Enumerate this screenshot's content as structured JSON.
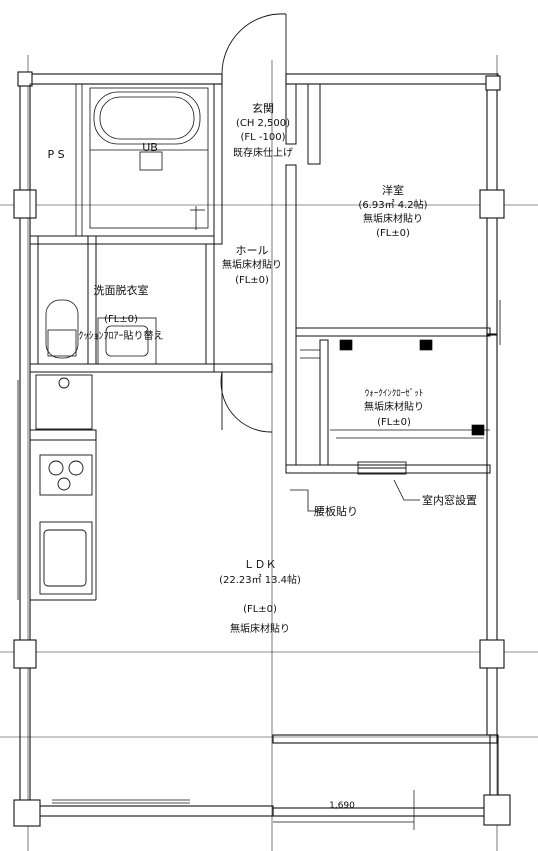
{
  "rooms": {
    "entrance": {
      "name": "玄関",
      "ceiling": "(CH 2,500)",
      "floor_level": "(FL -100)",
      "finish": "既存床仕上げ"
    },
    "ps": {
      "name": "P S"
    },
    "bath": {
      "name": "UB"
    },
    "western": {
      "name": "洋室",
      "area": "(6.93㎡ 4.2帖)",
      "finish": "無垢床材貼り",
      "floor_level": "(FL±0)"
    },
    "hall": {
      "name": "ホール",
      "finish": "無垢床材貼り",
      "floor_level": "(FL±0)"
    },
    "washroom": {
      "name": "洗面脱衣室",
      "floor_level": "(FL±0)",
      "finish": "ｸｯｼｮﾝﾌﾛｱｰ貼り替え"
    },
    "walkin_closet": {
      "name": "ｳｫｰｸｲﾝｸﾛｰｾﾞｯﾄ",
      "finish": "無垢床材貼り",
      "floor_level": "(FL±0)"
    },
    "ldk": {
      "name": "ＬＤＫ",
      "area": "(22.23㎡ 13.4帖)",
      "floor_level": "(FL±0)",
      "finish": "無垢床材貼り"
    }
  },
  "annotations": {
    "wainscot": "腰板貼り",
    "interior_window": "室内窓設置"
  },
  "dimensions": {
    "bottom": "1,690"
  }
}
